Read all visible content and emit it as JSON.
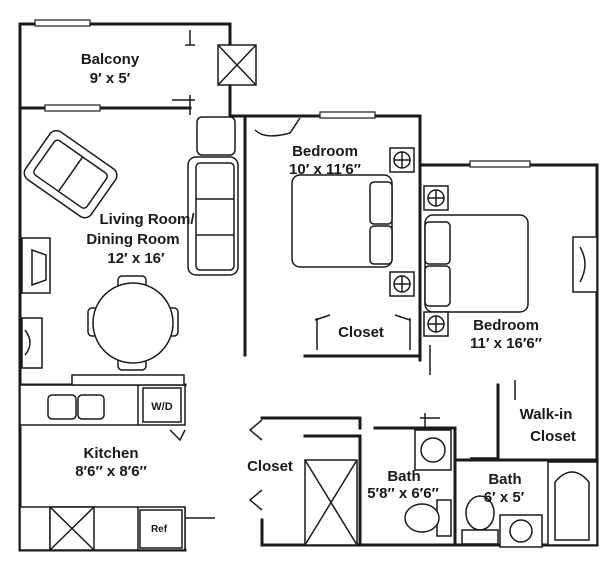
{
  "rooms": {
    "balcony": {
      "name": "Balcony",
      "size": "9′ x 5′"
    },
    "living": {
      "name_line1": "Living Room/",
      "name_line2": "Dining Room",
      "size": "12′ x 16′"
    },
    "bedroom1": {
      "name": "Bedroom",
      "size": "10′ x 11′6″"
    },
    "bedroom2": {
      "name": "Bedroom",
      "size": "11′ x 16′6″"
    },
    "closet1": {
      "name": "Closet"
    },
    "closet2": {
      "name": "Closet"
    },
    "walkin": {
      "name_line1": "Walk-in",
      "name_line2": "Closet"
    },
    "kitchen": {
      "name": "Kitchen",
      "size": "8′6″ x 8′6″"
    },
    "bath1": {
      "name": "Bath",
      "size": "5′8″ x 6′6″"
    },
    "bath2": {
      "name": "Bath",
      "size": "6′ x 5′"
    }
  },
  "appliances": {
    "washer_dryer": "W/D",
    "refrigerator": "Ref"
  }
}
